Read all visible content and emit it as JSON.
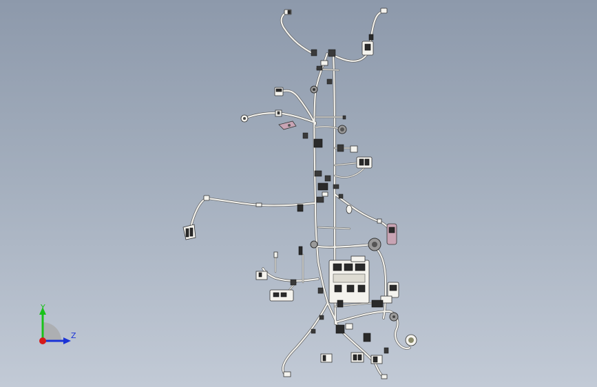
{
  "view": {
    "name": "wiring-harness-3d-view"
  },
  "triad": {
    "y_label": "Y",
    "z_label": "Z",
    "colors": {
      "y_axis": "#19c219",
      "z_axis": "#1a33d6",
      "x_axis": "#d61a1a"
    }
  }
}
